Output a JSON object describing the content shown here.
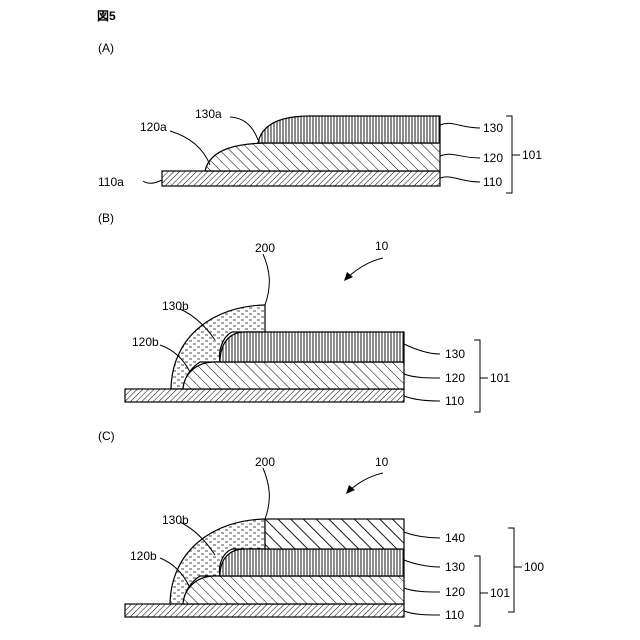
{
  "figure": {
    "title": "図5",
    "panels": [
      {
        "id": "A",
        "label": "(A)",
        "callouts": {
          "l110a": "110a",
          "l120a": "120a",
          "l130a": "130a",
          "l130": "130",
          "l120": "120",
          "l110": "110",
          "l101": "101"
        }
      },
      {
        "id": "B",
        "label": "(B)",
        "callouts": {
          "l200": "200",
          "l10": "10",
          "l130b": "130b",
          "l120b": "120b",
          "l130": "130",
          "l120": "120",
          "l110": "110",
          "l101": "101"
        }
      },
      {
        "id": "C",
        "label": "(C)",
        "callouts": {
          "l200": "200",
          "l10": "10",
          "l130b": "130b",
          "l120b": "120b",
          "l140": "140",
          "l130": "130",
          "l120": "120",
          "l110": "110",
          "l101": "101",
          "l100": "100"
        }
      }
    ]
  }
}
